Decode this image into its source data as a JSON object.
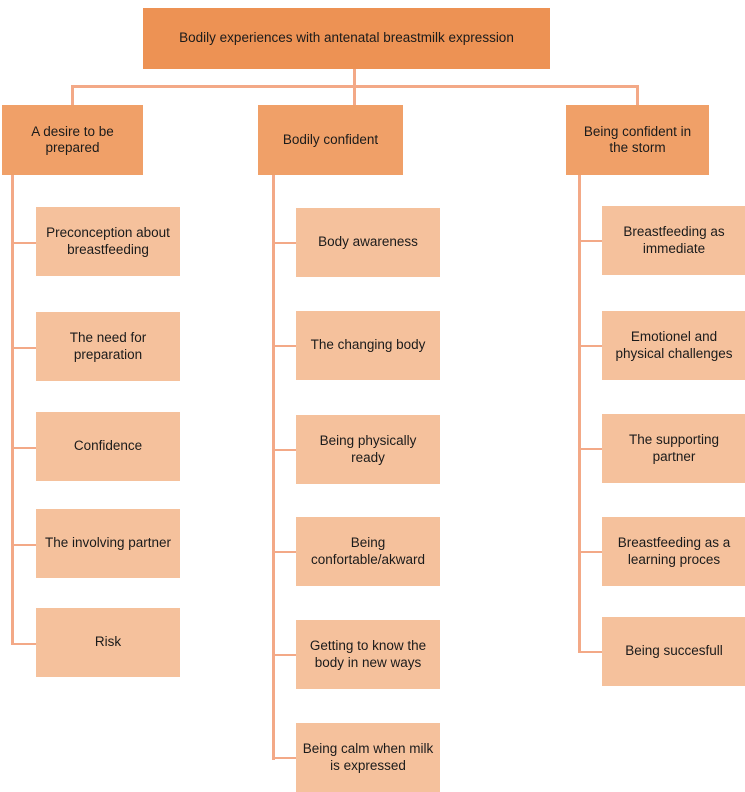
{
  "diagram": {
    "type": "hierarchy-tree",
    "title": "Bodily experiences with antenatal breastmilk expression",
    "colors": {
      "root_fill": "#ed9254",
      "level2_fill": "#f0a068",
      "leaf_fill": "#f5c19c",
      "connector": "#f3a987",
      "text": "#1b1b1b",
      "background": "#ffffff"
    },
    "root": {
      "label": "Bodily experiences with antenatal breastmilk expression"
    },
    "branches": [
      {
        "label": "A desire to be\nprepared",
        "children": [
          {
            "label": "Preconception about\nbreastfeeding"
          },
          {
            "label": "The need for\npreparation"
          },
          {
            "label": "Confidence"
          },
          {
            "label": "The involving partner"
          },
          {
            "label": "Risk"
          }
        ]
      },
      {
        "label": "Bodily confident",
        "children": [
          {
            "label": "Body awareness"
          },
          {
            "label": "The changing body"
          },
          {
            "label": "Being physically ready"
          },
          {
            "label": "Being\nconfortable/akward"
          },
          {
            "label": "Getting to know the\nbody in new ways"
          },
          {
            "label": "Being calm when milk\nis expressed"
          }
        ]
      },
      {
        "label": "Being confident in\nthe storm",
        "children": [
          {
            "label": "Breastfeeding as\nimmediate"
          },
          {
            "label": "Emotionel and\nphysical challenges"
          },
          {
            "label": "The supporting\npartner"
          },
          {
            "label": "Breastfeeding as a\nlearning proces"
          },
          {
            "label": "Being succesfull"
          }
        ]
      }
    ]
  }
}
